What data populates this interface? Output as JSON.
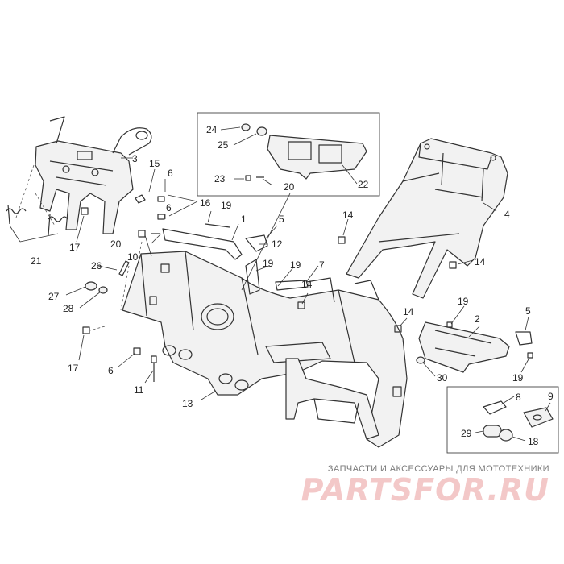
{
  "callouts": {
    "c1": "1",
    "c2": "2",
    "c3": "3",
    "c4": "4",
    "c5a": "5",
    "c5b": "5",
    "c6a": "6",
    "c6b": "6",
    "c6c": "6",
    "c7": "7",
    "c8": "8",
    "c9": "9",
    "c10": "10",
    "c11": "11",
    "c12": "12",
    "c13": "13",
    "c14a": "14",
    "c14b": "14",
    "c14c": "14",
    "c14d": "14",
    "c15": "15",
    "c16": "16",
    "c17a": "17",
    "c17b": "17",
    "c18": "18",
    "c19a": "19",
    "c19b": "19",
    "c19c": "19",
    "c19d": "19",
    "c19e": "19",
    "c20a": "20",
    "c20b": "20",
    "c21": "21",
    "c22": "22",
    "c23": "23",
    "c24": "24",
    "c25": "25",
    "c26": "26",
    "c27": "27",
    "c28": "28",
    "c29": "29",
    "c30": "30"
  },
  "watermark": {
    "tagline": "ЗАПЧАСТИ И АКСЕССУАРЫ ДЛЯ МОТОТЕХНИКИ",
    "logo": "PARTSFOR.RU"
  }
}
